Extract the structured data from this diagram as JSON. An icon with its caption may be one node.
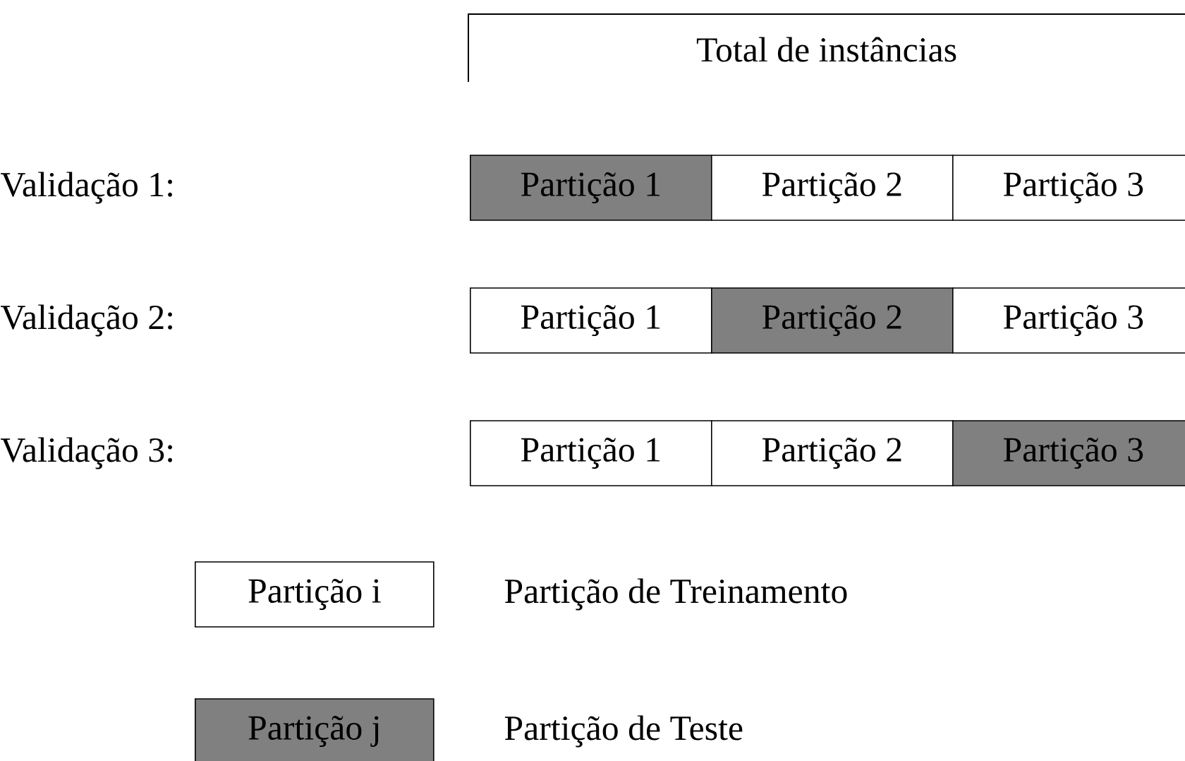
{
  "diagram": {
    "nodes": [
      {
        "text": [
          "Partição 1"
        ]
      },
      {
        "text": [
          "Partição 2"
        ]
      },
      {
        "text": [
          "Partição 3"
        ]
      },
      {
        "text": [
          "Partição 1"
        ]
      },
      {
        "text": [
          "Partição 2"
        ]
      },
      {
        "text": [
          "Partição 3"
        ]
      },
      {
        "text": [
          "Partição 1"
        ]
      },
      {
        "text": [
          "Partição 2"
        ]
      },
      {
        "text": [
          "Partição 3"
        ]
      }
    ],
    "edges": [],
    "labels": [
      "Total de instâncias",
      "Validação 1:",
      "Validação 2:",
      "Validação 3:",
      "Partição i",
      "Partição j"
    ],
    "legend": [
      {
        "text": "Partição de Treinamento"
      },
      {
        "text": "Partição de Teste",
        "color": "#808080"
      }
    ]
  }
}
